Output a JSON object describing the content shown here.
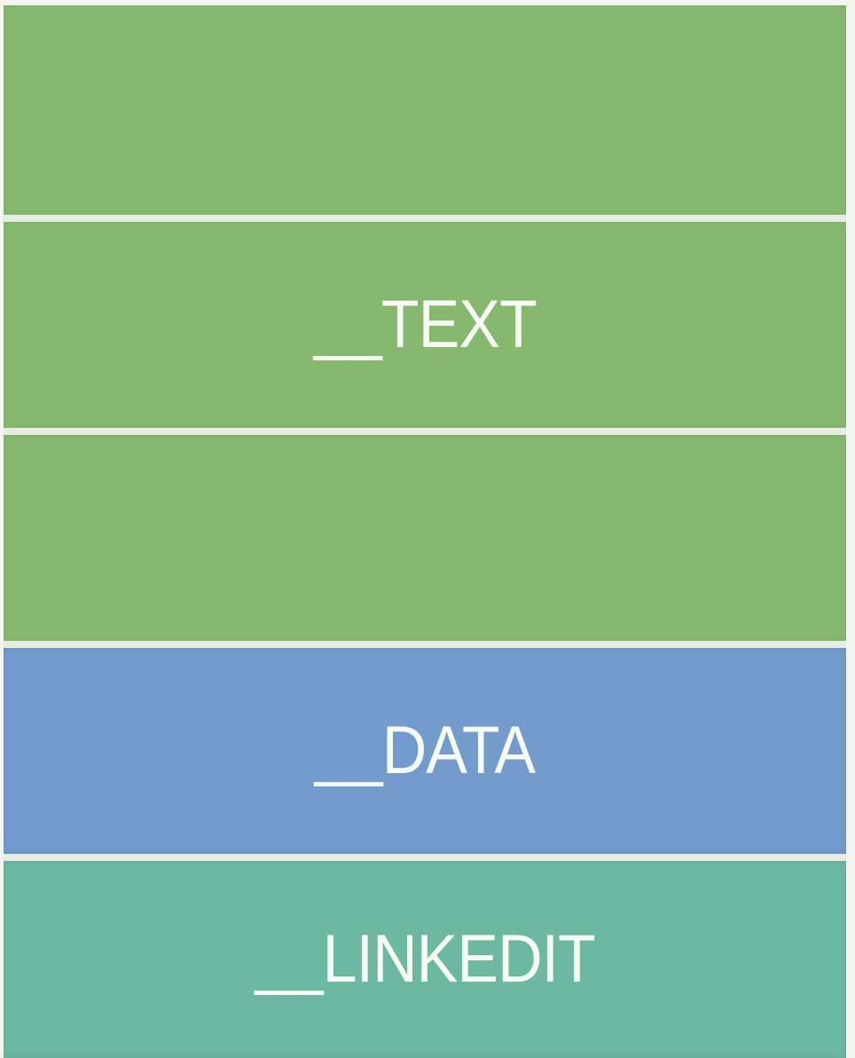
{
  "diagram": {
    "segments": [
      {
        "label": "",
        "color": "#86b96f"
      },
      {
        "label": "__TEXT",
        "color": "#86b96f"
      },
      {
        "label": "",
        "color": "#86b96f"
      },
      {
        "label": "__DATA",
        "color": "#739bcb"
      },
      {
        "label": "__LINKEDIT",
        "color": "#6cb8a1"
      }
    ]
  }
}
